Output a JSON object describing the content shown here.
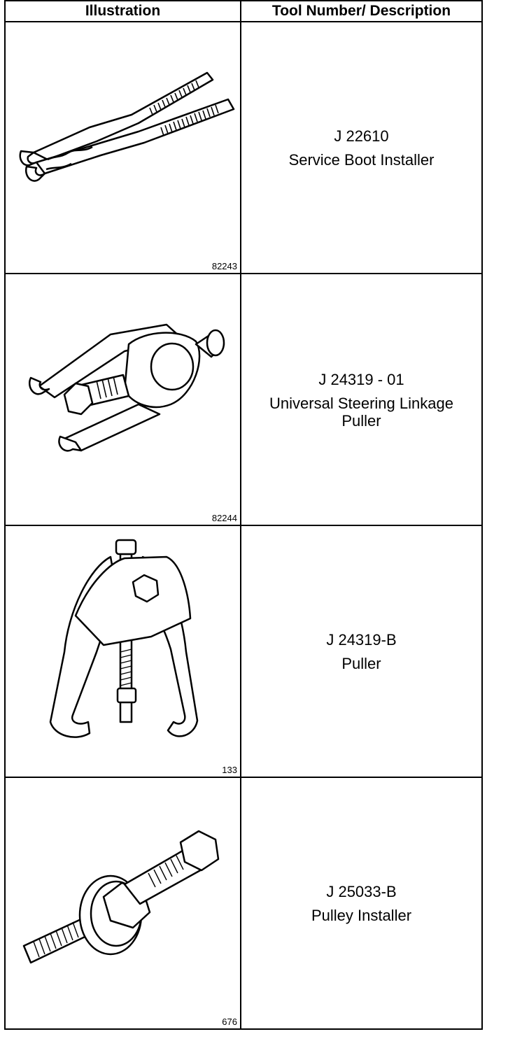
{
  "table": {
    "headers": {
      "illustration": "Illustration",
      "description": "Tool Number/ Description"
    },
    "rows": [
      {
        "figure_number": "82243",
        "tool_number": "J 22610",
        "description": "Service Boot Installer",
        "icon": "boot-installer-pliers-icon"
      },
      {
        "figure_number": "82244",
        "tool_number": "J 24319 - 01",
        "description": "Universal Steering Linkage Puller",
        "icon": "steering-linkage-puller-icon"
      },
      {
        "figure_number": "133",
        "tool_number": "J 24319-B",
        "description": "Puller",
        "icon": "two-jaw-puller-icon"
      },
      {
        "figure_number": "676",
        "tool_number": "J 25033-B",
        "description": "Pulley Installer",
        "icon": "pulley-installer-bolt-icon"
      }
    ]
  }
}
